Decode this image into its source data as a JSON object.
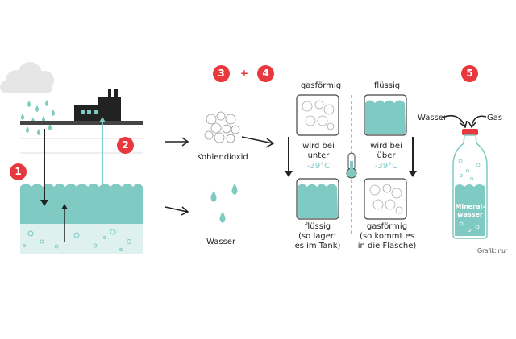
{
  "colors": {
    "accent": "#e8383d",
    "water": "#7fcac3",
    "water_light": "#dff1ee",
    "ink": "#222222"
  },
  "badges": {
    "b1": "1",
    "b2": "2",
    "b3": "3",
    "b4": "4",
    "b5": "5"
  },
  "plus_sign": "+",
  "labels": {
    "kohlendioxid": "Kohlendioxid",
    "wasser": "Wasser",
    "gasfoermig_top": "gasförmig",
    "fluessig_top": "flüssig",
    "wird_bei_unter": "wird bei\nunter",
    "temp_left": "-39°C",
    "wird_bei_ueber": "wird bei\nüber",
    "temp_right": "-39°C",
    "fluessig_bottom": "flüssig\n(so lagert\nes im Tank)",
    "gasfoermig_bottom": "gasförmig\n(so kommt es\nin die Flasche)",
    "bottle_wasser": "Wasser",
    "bottle_gas": "Gas",
    "bottle_label": "Mineral-\nwasser"
  },
  "credit": "Grafik: nur",
  "icons": [
    "cloud-icon",
    "rain-icon",
    "factory-icon",
    "thermometer-icon",
    "bubbles-icon",
    "droplet-icon",
    "bottle-icon"
  ]
}
